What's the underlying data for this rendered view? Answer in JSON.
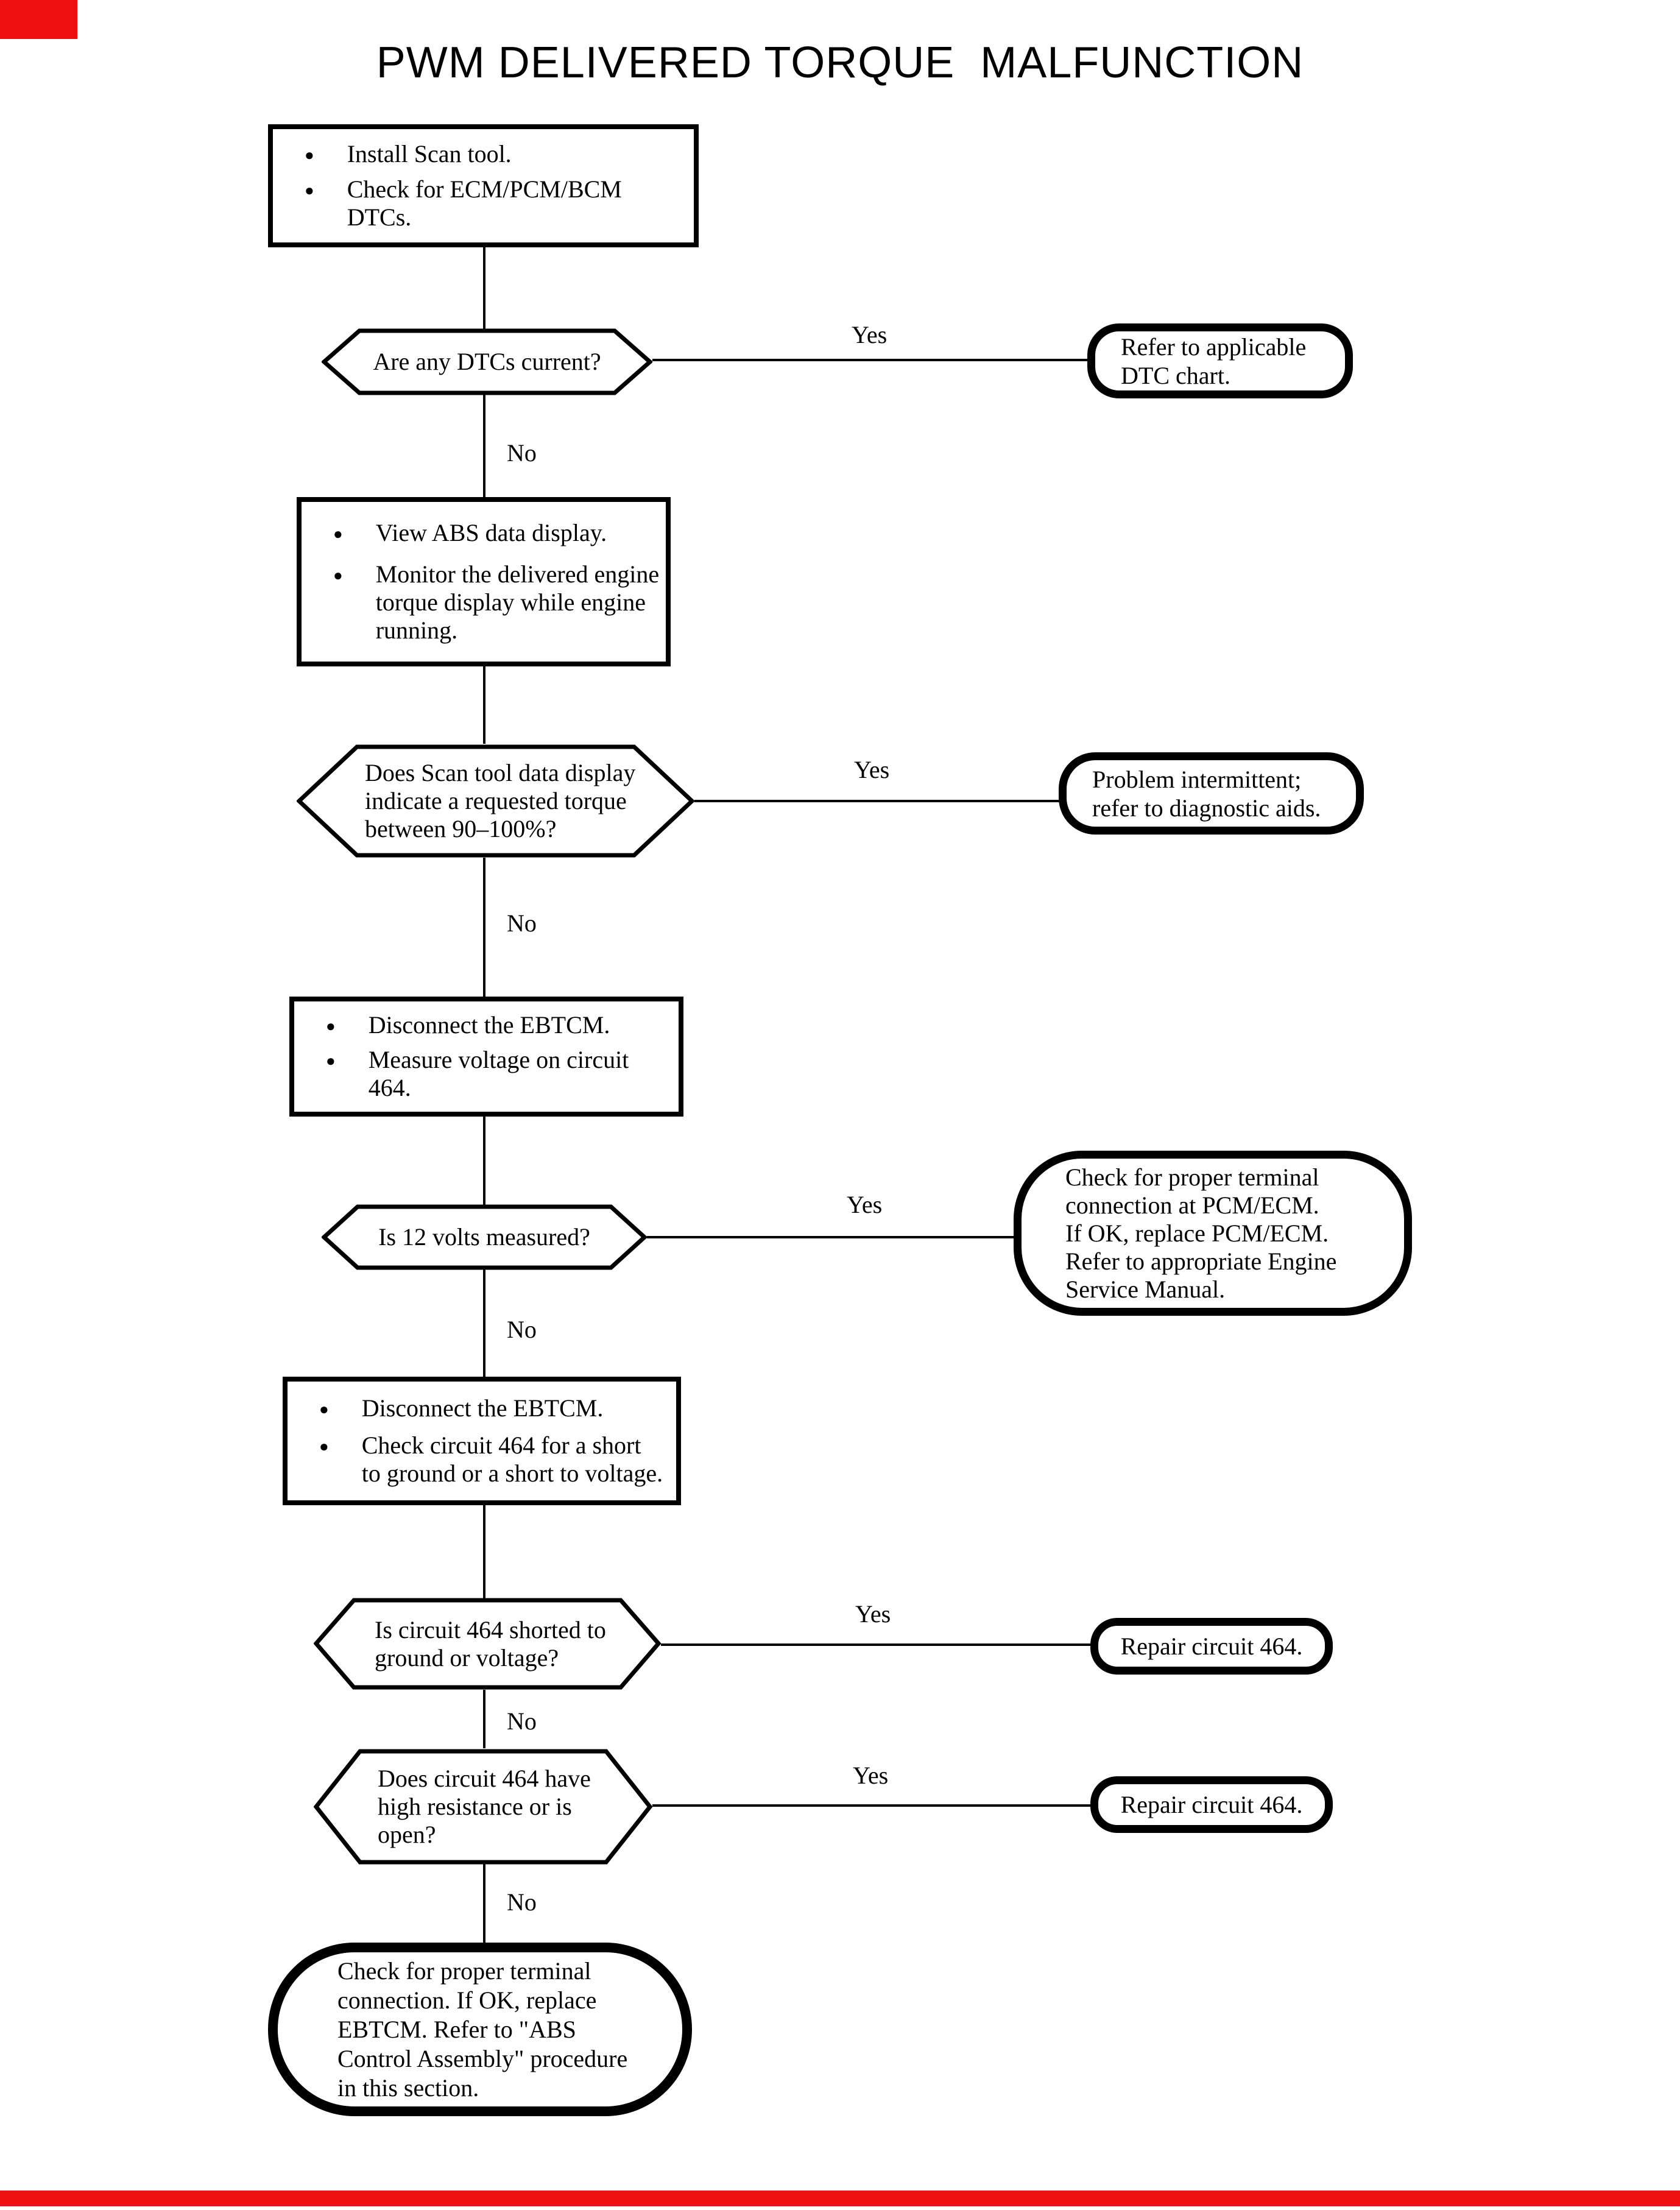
{
  "flow": {
    "title": "PWM DELIVERED TORQUE  MALFUNCTION",
    "labels": {
      "yes": "Yes",
      "no": "No"
    },
    "glyphs": {
      "bullet": "●"
    },
    "artifact_color": "#ee1111",
    "step1": {
      "items": [
        "Install Scan tool.",
        "Check for ECM/PCM/BCM DTCs."
      ]
    },
    "decision1": "Are any DTCs current?",
    "result1": "Refer to applicable\nDTC chart.",
    "step2": {
      "items": [
        "View ABS data display.",
        "Monitor the delivered engine\ntorque display while engine\nrunning."
      ]
    },
    "decision2": "Does Scan tool data display\nindicate a requested torque\nbetween 90–100%?",
    "result2": "Problem intermittent;\nrefer to diagnostic aids.",
    "step3": {
      "items": [
        "Disconnect the EBTCM.",
        "Measure voltage on circuit 464."
      ]
    },
    "decision3": "Is 12 volts measured?",
    "result3": "Check for proper terminal\nconnection at PCM/ECM.\nIf OK, replace PCM/ECM.\nRefer to appropriate Engine\nService Manual.",
    "step4": {
      "items": [
        "Disconnect the EBTCM.",
        "Check circuit 464 for a short\nto ground or a short to voltage."
      ]
    },
    "decision4": "Is circuit 464 shorted to\nground or voltage?",
    "result4": "Repair circuit 464.",
    "decision5": "Does circuit 464 have\nhigh resistance or is\nopen?",
    "result5": "Repair circuit 464.",
    "terminal": "Check for proper terminal\nconnection. If OK, replace\nEBTCM. Refer to \"ABS\nControl Assembly\" procedure\nin this section."
  }
}
